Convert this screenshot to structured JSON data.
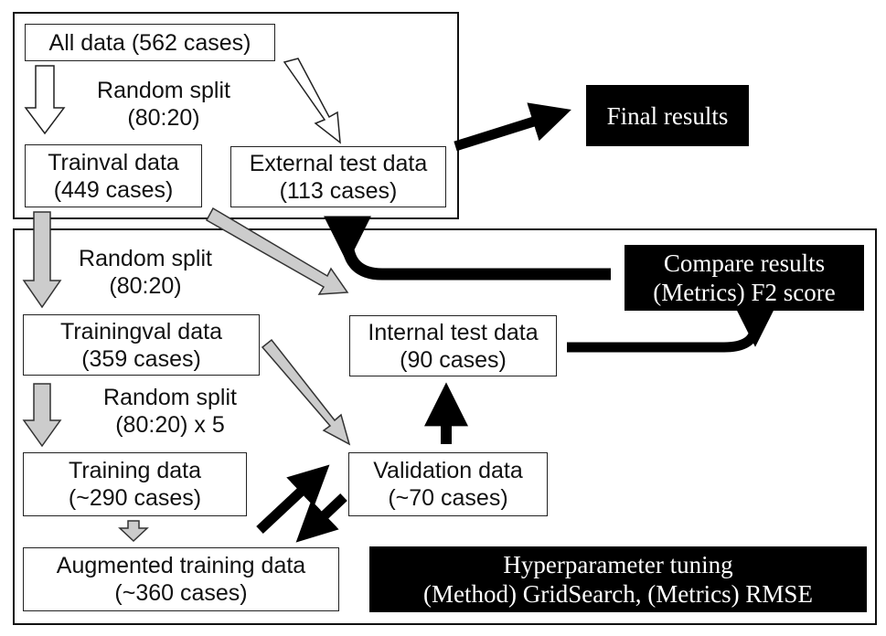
{
  "nodes": {
    "all_data": [
      "All data (562 cases)"
    ],
    "trainval": [
      "Trainval data",
      "(449 cases)"
    ],
    "external_test": [
      "External test data",
      "(113 cases)"
    ],
    "final_results": [
      "Final results"
    ],
    "compare_results": [
      "Compare results",
      "(Metrics) F2 score"
    ],
    "trainingval": [
      "Trainingval data",
      "(359 cases)"
    ],
    "internal_test": [
      "Internal test data",
      "(90 cases)"
    ],
    "training": [
      "Training data",
      "(~290 cases)"
    ],
    "validation": [
      "Validation data",
      "(~70 cases)"
    ],
    "augmented": [
      "Augmented training data",
      "(~360 cases)"
    ],
    "hyperparameter": [
      "Hyperparameter tuning",
      "(Method) GridSearch, (Metrics) RMSE"
    ]
  },
  "split_labels": {
    "split1": [
      "Random split",
      "(80:20)"
    ],
    "split2": [
      "Random split",
      "(80:20)"
    ],
    "split3": [
      "Random split",
      "(80:20) x 5"
    ]
  },
  "colors": {
    "dark_fill": "#000000",
    "gray_arrow": "#cccccc",
    "outline": "#111111"
  }
}
